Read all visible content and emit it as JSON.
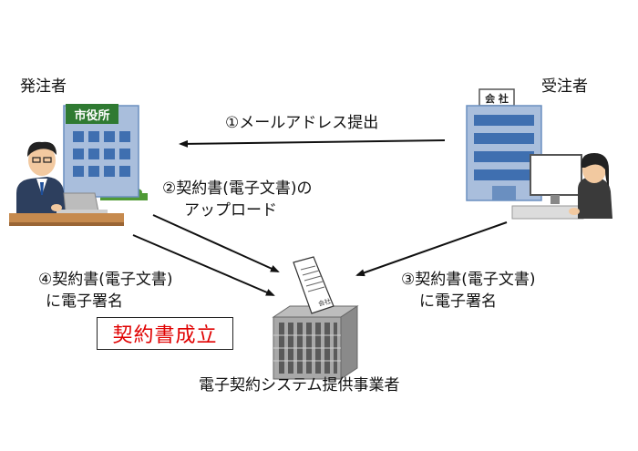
{
  "orderer": {
    "label": "発注者",
    "building_sign": "市役所"
  },
  "contractor": {
    "label": "受注者",
    "building_sign": "会 社"
  },
  "steps": {
    "step1": "①メールアドレス提出",
    "step2_line1": "②契約書(電子文書)の",
    "step2_line2": "アップロード",
    "step3_line1": "③契約書(電子文書)",
    "step3_line2": "に電子署名",
    "step4_line1": "④契約書(電子文書)",
    "step4_line2": "に電子署名"
  },
  "result": {
    "label": "契約書成立",
    "color": "#e00000"
  },
  "provider": {
    "label": "電子契約システム提供事業者",
    "document_seal": "会社"
  },
  "colors": {
    "arrow": "#111111",
    "building": "#6a8fc0",
    "window": "#3f6fb0",
    "tree": "#4f9a35"
  }
}
